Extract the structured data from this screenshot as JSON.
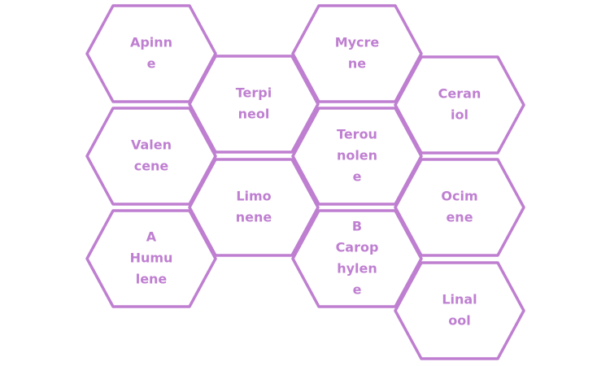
{
  "colors": {
    "stroke": "#bf7fd1",
    "text": "#bf7fd1",
    "background": "#ffffff"
  },
  "hexagons": [
    {
      "id": "apinne",
      "lines": [
        "Apinn",
        "e"
      ]
    },
    {
      "id": "terpineol",
      "lines": [
        "Terpi",
        "neol"
      ]
    },
    {
      "id": "mycrene",
      "lines": [
        "Mycre",
        "ne"
      ]
    },
    {
      "id": "ceraniol",
      "lines": [
        "Ceran",
        "iol"
      ]
    },
    {
      "id": "valencene",
      "lines": [
        "Valen",
        "cene"
      ]
    },
    {
      "id": "terounolene",
      "lines": [
        "Terou",
        "nolen",
        "e"
      ]
    },
    {
      "id": "limonene",
      "lines": [
        "Limo",
        "nene"
      ]
    },
    {
      "id": "ocimene",
      "lines": [
        "Ocim",
        "ene"
      ]
    },
    {
      "id": "a-humulene",
      "lines": [
        "A",
        "Humu",
        "lene"
      ]
    },
    {
      "id": "b-carophylene",
      "lines": [
        "B",
        "Carop",
        "hylen",
        "e"
      ]
    },
    {
      "id": "linalool",
      "lines": [
        "Linal",
        "ool"
      ]
    }
  ]
}
